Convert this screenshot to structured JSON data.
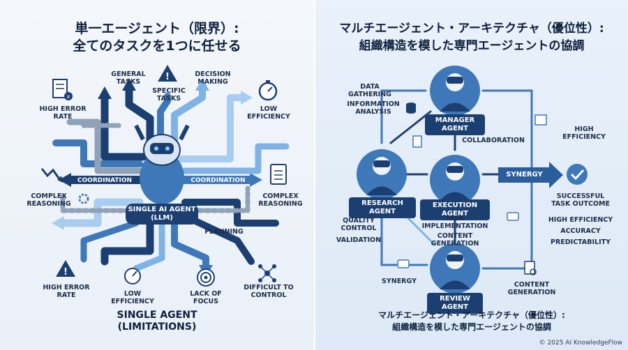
{
  "left": {
    "title_line1": "単一エージェント（限界）:",
    "title_line2": "全てのタスクを1つに任せる",
    "center_line1": "SINGLE AI AGENT",
    "center_line2": "(LLM)",
    "coordination_left": "COORDINATION",
    "coordination_right": "COORDINATION",
    "labels": {
      "general_tasks": "GENERAL\nTASKS",
      "specific_tasks": "SPECIFIC\nTASKS",
      "decision_making": "DECISION\nMAKING",
      "high_error_top": "HIGH ERROR\nRATE",
      "low_efficiency_top": "LOW\nEFFICIENCY",
      "complex_reasoning_left": "COMPLEX\nREASONING",
      "complex_reasoning_right": "COMPLEX\nREASONING",
      "planning": "PLANNING",
      "high_error_bottom": "HIGH ERROR\nRATE",
      "low_efficiency_bottom": "LOW\nEFFICIENCY",
      "lack_of_focus": "LACK OF\nFOCUS",
      "difficult_to_control": "DIFFICULT TO\nCONTROL"
    },
    "bottom_title_line1": "SINGLE AGENT",
    "bottom_title_line2": "(LIMITATIONS)"
  },
  "right": {
    "title_line1": "マルチエージェント・アーキテクチャ（優位性）:",
    "title_line2": "組織構造を模した専門エージェントの協調",
    "agents": {
      "manager": "MANAGER AGENT",
      "research": "RESEARCH AGENT",
      "execution": "EXECUTION AGENT",
      "review": "REVIEW AGENT"
    },
    "labels": {
      "data_gathering": "DATA\nGATHERING",
      "information_analysis": "INFORMATION\nANALYSIS",
      "collaboration": "COLLABORATION",
      "high_efficiency_top": "HIGH\nEFFICIENCY",
      "successful": "SUCCESSFUL\nTASK OUTCOME",
      "high_efficiency": "HIGH EFFICIENCY",
      "accuracy": "ACCURACY",
      "predictability": "PREDICTABILITY",
      "quality_control": "QUALITY\nCONTROL",
      "validation": "VALIDATION",
      "task_implementation": "TASK\nIMPLEMENTATION",
      "content_generation_mid": "CONTENT GENERATION",
      "synergy_bottom": "SYNERGY",
      "content_generation_bottom": "CONTENT\nGENERATION"
    },
    "synergy_bar": "SYNERGY",
    "bottom_line1": "マルチエージェント・アーキテクチャ（優位性）:",
    "bottom_line2": "組織構造を模した専門エージェントの協調"
  },
  "footer": "© 2025 AI KnowledgeFlow",
  "colors": {
    "navy": "#1c3f72",
    "mid_blue": "#3f78b8",
    "light_blue": "#7fb2e5",
    "pale_blue": "#a9cdf0",
    "grey": "#8fa2b8"
  }
}
